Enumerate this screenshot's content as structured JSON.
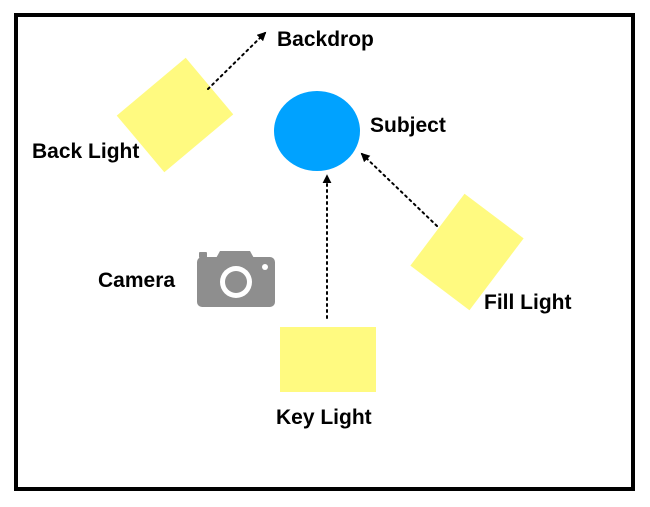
{
  "labels": {
    "backdrop": "Backdrop",
    "subject": "Subject",
    "back_light": "Back Light",
    "camera": "Camera",
    "fill_light": "Fill Light",
    "key_light": "Key Light"
  },
  "icons": {
    "camera": "camera-icon",
    "arrowhead": "arrowhead-icon"
  },
  "colors": {
    "frame": "#000000",
    "light": "#FFFA80",
    "subject": "#00A2FF",
    "camera": "#8E8E8E"
  }
}
